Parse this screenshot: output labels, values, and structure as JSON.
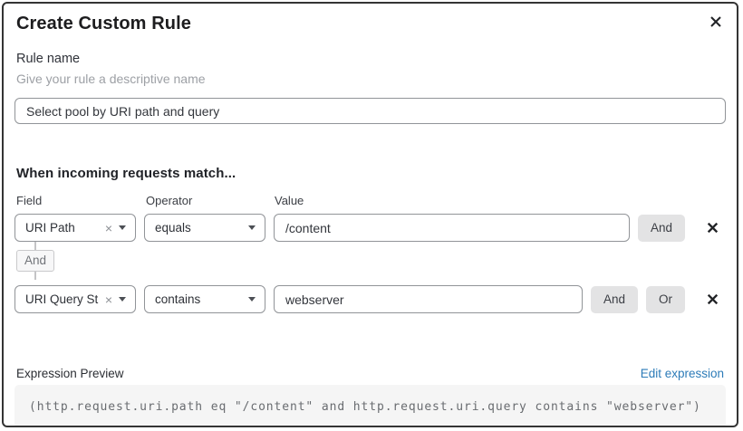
{
  "dialog": {
    "title": "Create Custom Rule"
  },
  "rule_name": {
    "label": "Rule name",
    "helper": "Give your rule a descriptive name",
    "value": "Select pool by URI path and query"
  },
  "matcher": {
    "heading": "When incoming requests match...",
    "column_labels": {
      "field": "Field",
      "operator": "Operator",
      "value": "Value"
    },
    "conditions": [
      {
        "field": "URI Path",
        "operator": "equals",
        "value": "/content",
        "buttons": [
          "And"
        ]
      },
      {
        "field": "URI Query St...",
        "operator": "contains",
        "value": "webserver",
        "buttons": [
          "And",
          "Or"
        ]
      }
    ],
    "connector_label": "And"
  },
  "expression": {
    "label": "Expression Preview",
    "edit_link": "Edit expression",
    "value": "(http.request.uri.path eq \"/content\" and http.request.uri.query contains \"webserver\")"
  },
  "icons": {
    "close": "x-icon",
    "delete_condition": "x-icon",
    "clear_selection": "small-x-icon",
    "dropdown": "chevron-down-icon"
  },
  "colors": {
    "dialog_border": "#343434",
    "input_border": "#919498",
    "chip_background": "#e3e3e4",
    "connector_badge_background": "#f7f7f8",
    "code_background": "#f5f5f5",
    "code_text": "#696c70",
    "link_blue": "#2c7bb8",
    "helper_gray": "#9da0a5"
  }
}
